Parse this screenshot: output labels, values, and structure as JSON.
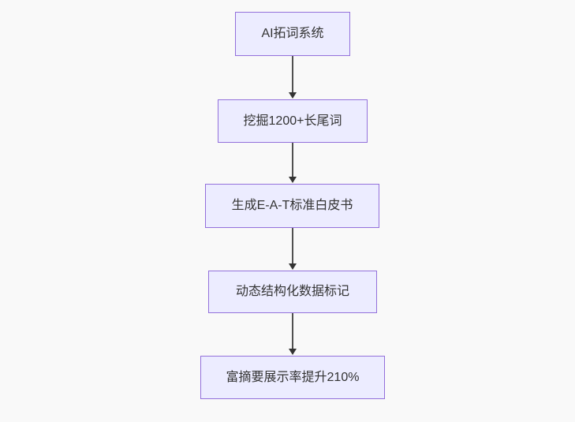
{
  "diagram": {
    "type": "flowchart",
    "direction": "top-down",
    "nodes": [
      {
        "id": "A",
        "label": "AI拓词系统"
      },
      {
        "id": "B",
        "label": "挖掘1200+长尾词"
      },
      {
        "id": "C",
        "label": "生成E-A-T标准白皮书"
      },
      {
        "id": "D",
        "label": "动态结构化数据标记"
      },
      {
        "id": "E",
        "label": "富摘要展示率提升210%"
      }
    ],
    "edges": [
      {
        "from": "A",
        "to": "B"
      },
      {
        "from": "B",
        "to": "C"
      },
      {
        "from": "C",
        "to": "D"
      },
      {
        "from": "D",
        "to": "E"
      }
    ]
  },
  "colors": {
    "background": "#f9f9f9",
    "node_fill": "#ECECFF",
    "node_border": "#9370DB",
    "node_text": "#333333",
    "arrow": "#333333"
  }
}
